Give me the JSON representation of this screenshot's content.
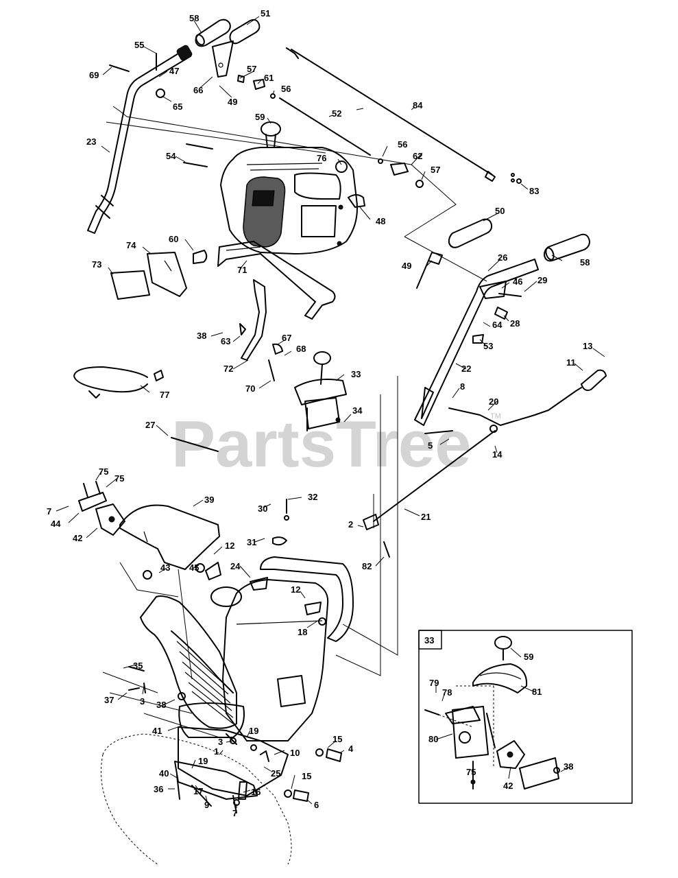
{
  "watermark": {
    "text": "PartsTree",
    "trademark": "TM"
  },
  "inset": {
    "title": "33",
    "callouts": [
      "59",
      "81",
      "79",
      "78",
      "80",
      "75",
      "42",
      "38"
    ]
  },
  "callouts": [
    "58",
    "51",
    "55",
    "57",
    "61",
    "56",
    "69",
    "47",
    "66",
    "65",
    "49",
    "84",
    "52",
    "59",
    "23",
    "56",
    "76",
    "62",
    "54",
    "57",
    "83",
    "48",
    "50",
    "60",
    "74",
    "58",
    "26",
    "73",
    "71",
    "46",
    "29",
    "49",
    "28",
    "64",
    "53",
    "38",
    "63",
    "67",
    "68",
    "72",
    "22",
    "13",
    "70",
    "11",
    "8",
    "33",
    "77",
    "20",
    "34",
    "27",
    "5",
    "14",
    "75",
    "75",
    "39",
    "30",
    "32",
    "7",
    "44",
    "42",
    "21",
    "2",
    "31",
    "45",
    "12",
    "43",
    "24",
    "82",
    "12",
    "18",
    "35",
    "37",
    "3",
    "38",
    "41",
    "19",
    "3",
    "15",
    "4",
    "10",
    "40",
    "19",
    "1",
    "25",
    "15",
    "36",
    "17",
    "9",
    "16",
    "6",
    "7"
  ]
}
